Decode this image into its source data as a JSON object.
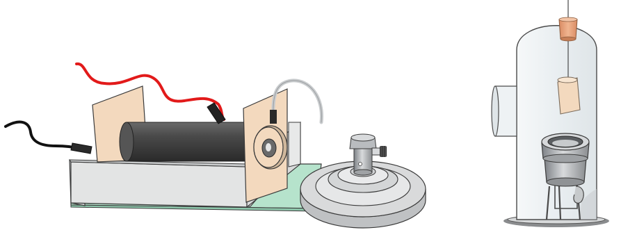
{
  "figure": {
    "components": [
      "baseplate",
      "holder-box",
      "left-card",
      "right-card",
      "cylinder",
      "disc-lens",
      "red-cable",
      "black-cable",
      "grey-wire",
      "turntable",
      "mount-post",
      "bell-jar",
      "side-port",
      "suspension-wire",
      "top-clamp",
      "hanging-sample",
      "crucible-holder"
    ],
    "colors": {
      "card": "#F3D9BE",
      "box": "#E3E4E4",
      "cylinder": "#3F3F3F",
      "baseplate": "#B6E3CC",
      "red_cable": "#E21A1A",
      "black_cable": "#111111",
      "grey_wire": "#C9CCCE",
      "turntable": "#D9DADB",
      "glass": "#EEF2F4",
      "copper": "#E6A57F"
    }
  }
}
